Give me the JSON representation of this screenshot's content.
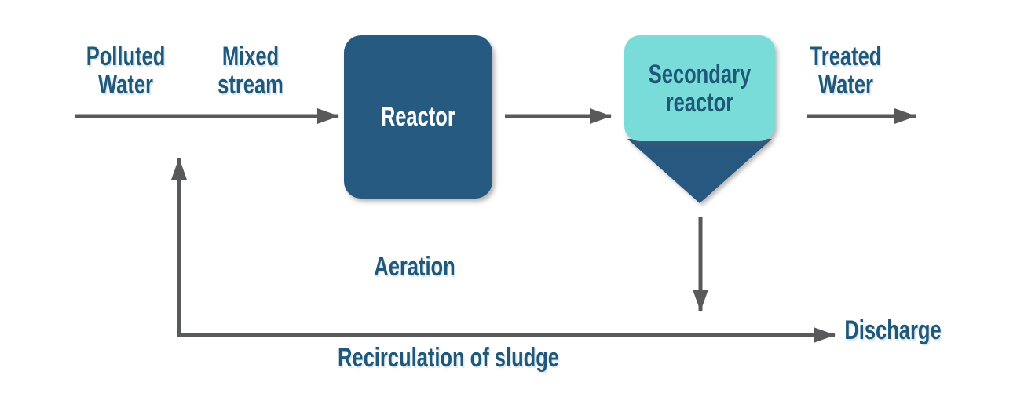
{
  "diagram": {
    "type": "process-flow",
    "subject": "wastewater treatment with sludge recirculation",
    "background": "#ffffff",
    "colors": {
      "primary_node_fill": "#275a80",
      "secondary_node_fill": "#79dcd9",
      "funnel_fill": "#265880",
      "label_text": "#1f5878",
      "primary_node_text": "#ffffff",
      "arrow": "#58595b"
    },
    "nodes": {
      "reactor": {
        "label": "Reactor"
      },
      "secondary_reactor": {
        "label": "Secondary\nreactor"
      }
    },
    "labels": {
      "polluted_water": "Polluted\nWater",
      "mixed_stream": "Mixed\nstream",
      "treated_water": "Treated\nWater",
      "aeration": "Aeration",
      "recirculation_of_sludge": "Recirculation of sludge",
      "discharge": "Discharge"
    },
    "edges": [
      {
        "from": "polluted_water_inlet",
        "to": "reactor",
        "via_label": "mixed_stream"
      },
      {
        "from": "reactor",
        "to": "secondary_reactor"
      },
      {
        "from": "secondary_reactor",
        "to": "treated_water_outlet"
      },
      {
        "from": "secondary_reactor_funnel",
        "to": "sludge_line",
        "direction": "down"
      },
      {
        "from": "sludge_line",
        "to": "discharge",
        "direction": "right"
      },
      {
        "from": "sludge_line",
        "to": "inlet_stream",
        "direction": "up",
        "via_label": "recirculation_of_sludge"
      }
    ]
  }
}
